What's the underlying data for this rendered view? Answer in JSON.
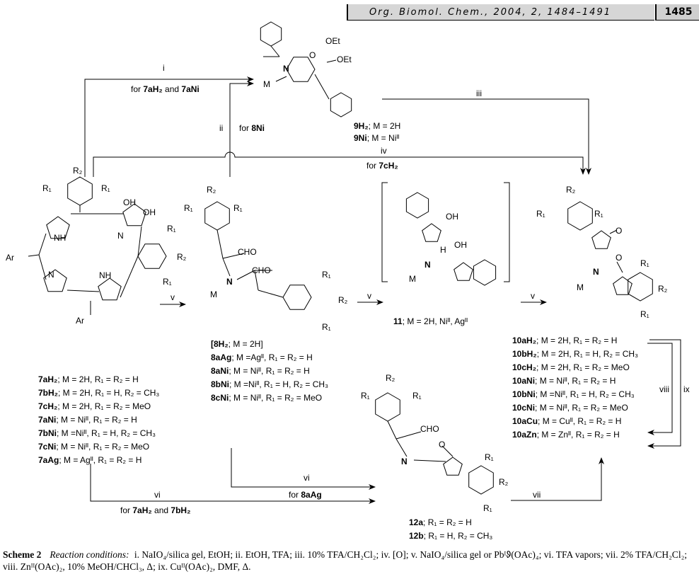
{
  "header": {
    "journal": "Org. Biomol. Chem., 2004, 2, 1484–1491",
    "page_number": "1485"
  },
  "atoms": {
    "OEt1": "OEt",
    "OEt2": "OEt",
    "O": "O",
    "N": "N",
    "M": "M",
    "Ar": "Ar",
    "NH": "NH",
    "OH": "OH",
    "H": "H",
    "CHO": "CHO",
    "R1": "R₁",
    "R2": "R₂"
  },
  "arrows": {
    "i": {
      "label": "i",
      "cond_prefix": "for ",
      "cond_a": "7aH₂",
      "cond_mid": " and ",
      "cond_b": "7aNi"
    },
    "ii": {
      "label": "ii",
      "cond_prefix": "for ",
      "cond_a": "8Ni"
    },
    "iii": {
      "label": "iii"
    },
    "iv": {
      "label": "iv",
      "cond_prefix": "for ",
      "cond_a": "7cH₂"
    },
    "v": {
      "label": "v"
    },
    "vi_a": {
      "label": "vi",
      "cond_prefix": "for ",
      "cond_a": "7aH₂",
      "cond_mid": " and ",
      "cond_b": "7bH₂"
    },
    "vi_b": {
      "label": "vi",
      "cond_prefix": "for ",
      "cond_a": "8aAg"
    },
    "vii": {
      "label": "vii"
    },
    "viii": {
      "label": "viii"
    },
    "ix": {
      "label": "ix"
    }
  },
  "compound9": [
    {
      "id": "9H₂",
      "desc": "; M = 2H"
    },
    {
      "id": "9Ni",
      "desc": "; M = Niᴵᴵ"
    }
  ],
  "compound7": [
    {
      "id": "7aH₂",
      "desc": "; M = 2H, R₁ = R₂ = H"
    },
    {
      "id": "7bH₂",
      "desc": "; M = 2H, R₁ = H, R₂ = CH₃"
    },
    {
      "id": "7cH₂",
      "desc": "; M = 2H, R₁ = R₂ = MeO"
    },
    {
      "id": "7aNi",
      "desc": "; M = Niᴵᴵ, R₁ = R₂ = H"
    },
    {
      "id": "7bNi",
      "desc": "; M =Niᴵᴵ, R₁ = H, R₂ = CH₃"
    },
    {
      "id": "7cNi",
      "desc": "; M = Niᴵᴵ, R₁ = R₂ = MeO"
    },
    {
      "id": "7aAg",
      "desc": "; M = Agᴵᴵ, R₁ = R₂ = H"
    }
  ],
  "compound8": [
    {
      "id": "[8H₂",
      "desc": "; M = 2H]"
    },
    {
      "id": "8aAg",
      "desc": "; M =Agᴵᴵ, R₁ = R₂ = H"
    },
    {
      "id": "8aNi",
      "desc": "; M = Niᴵᴵ, R₁ = R₂ = H"
    },
    {
      "id": "8bNi",
      "desc": "; M =Niᴵᴵ, R₁ = H, R₂ = CH₃"
    },
    {
      "id": "8cNi",
      "desc": "; M = Niᴵᴵ, R₁ = R₂ = MeO"
    }
  ],
  "compound11": {
    "id": "11",
    "desc": "; M = 2H, Niᴵᴵ, Agᴵᴵ"
  },
  "compound10": [
    {
      "id": "10aH₂",
      "desc": "; M = 2H, R₁ = R₂ = H"
    },
    {
      "id": "10bH₂",
      "desc": "; M = 2H, R₁ = H, R₂ = CH₃"
    },
    {
      "id": "10cH₂",
      "desc": "; M = 2H, R₁ = R₂ = MeO"
    },
    {
      "id": "10aNi",
      "desc": "; M = Niᴵᴵ, R₁ = R₂ = H"
    },
    {
      "id": "10bNi",
      "desc": "; M =Niᴵᴵ, R₁ = H, R₂ = CH₃"
    },
    {
      "id": "10cNi",
      "desc": "; M = Niᴵᴵ, R₁ = R₂ = MeO"
    },
    {
      "id": "10aCu",
      "desc": "; M = Cuᴵᴵ, R₁ = R₂ = H"
    },
    {
      "id": "10aZn",
      "desc": "; M = Znᴵᴵ, R₁ = R₂ = H"
    }
  ],
  "compound12": [
    {
      "id": "12a",
      "desc": "; R₁ = R₂ = H"
    },
    {
      "id": "12b",
      "desc": ";  R₁ = H, R₂ = CH₃"
    }
  ],
  "caption": {
    "scheme": "Scheme 2",
    "heading": "Reaction conditions:",
    "text": "i. NaIO₄/silica gel, EtOH; ii. EtOH, TFA; iii. 10% TFA/CH₂Cl₂; iv. [O]; v. NaIO₄/silica gel or Pbᴵᱽ(OAc)₄; vi. TFA vapors; vii. 2% TFA/CH₂Cl₂; viii. Znᴵᴵ(OAc)₂, 10% MeOH/CHCl₃, Δ; ix. Cuᴵᴵ(OAc)₂, DMF, Δ."
  }
}
